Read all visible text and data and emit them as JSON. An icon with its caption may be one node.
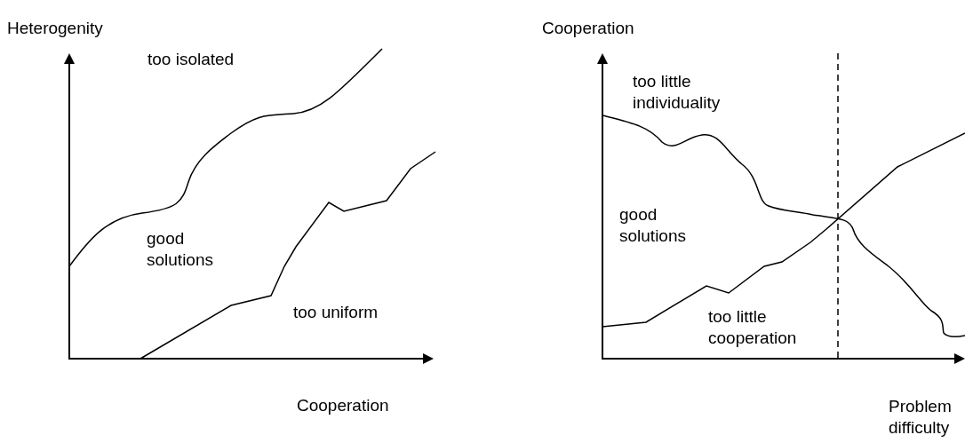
{
  "diagram": {
    "labels": [
      "Heterogenity",
      "too isolated",
      "good solutions",
      "too uniform",
      "Cooperation",
      "Cooperation",
      "too little individuality",
      "good solutions",
      "too little cooperation",
      "Problem difficulty"
    ]
  }
}
